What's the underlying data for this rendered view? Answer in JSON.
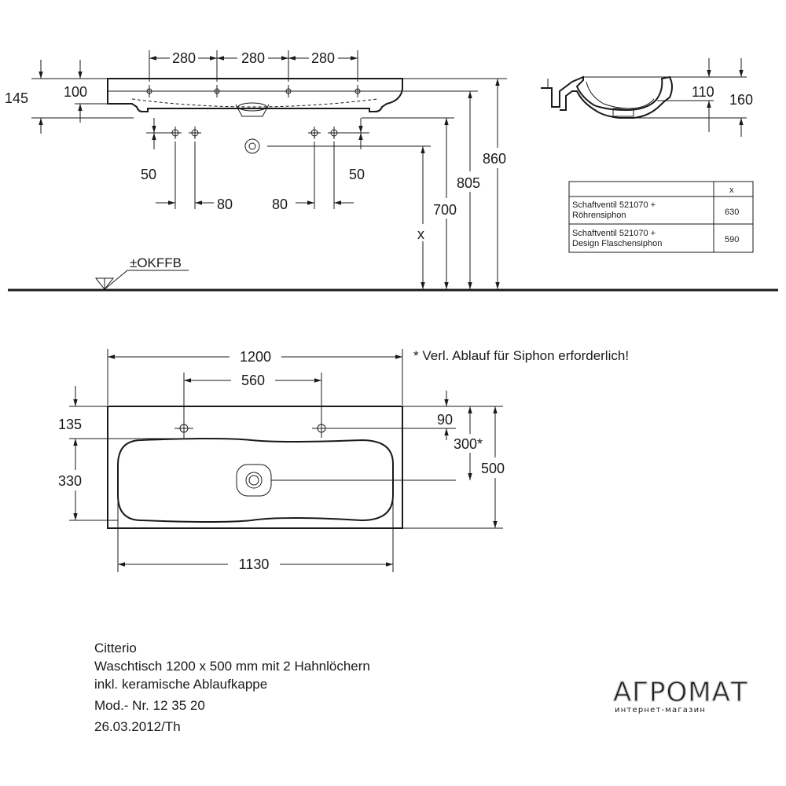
{
  "front_view": {
    "dim_top": [
      "280",
      "280",
      "280"
    ],
    "dim_left_outer": "145",
    "dim_left_inner": "100",
    "dim_lower_left": "50",
    "dim_lower_right": "50",
    "dim_spacing_left": "80",
    "dim_spacing_right": "80",
    "dim_x": "x",
    "dim_700": "700",
    "dim_805": "805",
    "dim_860": "860",
    "floor_label": "±OKFFB"
  },
  "side_view": {
    "dim_110": "110",
    "dim_160": "160"
  },
  "table": {
    "header_x": "x",
    "rows": [
      {
        "line1": "Schaftventil 521070 +",
        "line2": "Röhrensiphon",
        "value": "630"
      },
      {
        "line1": "Schaftventil 521070 +",
        "line2": "Design Flaschensiphon",
        "value": "590"
      }
    ]
  },
  "top_view": {
    "dim_width": "1200",
    "dim_holes": "560",
    "dim_bowl_width": "1130",
    "dim_135": "135",
    "dim_330": "330",
    "dim_90": "90",
    "dim_300": "300*",
    "dim_500": "500",
    "note": "* Verl. Ablauf für Siphon erforderlich!"
  },
  "footer": {
    "lines": [
      "Citterio",
      "Waschtisch 1200 x 500 mm mit 2 Hahnlöchern",
      "inkl. keramische Ablaufkappe",
      "Mod.- Nr. 12 35 20",
      "26.03.2012/Th"
    ]
  },
  "watermark": {
    "title": "АГРОМАТ",
    "subtitle": "интернет-магазин"
  }
}
